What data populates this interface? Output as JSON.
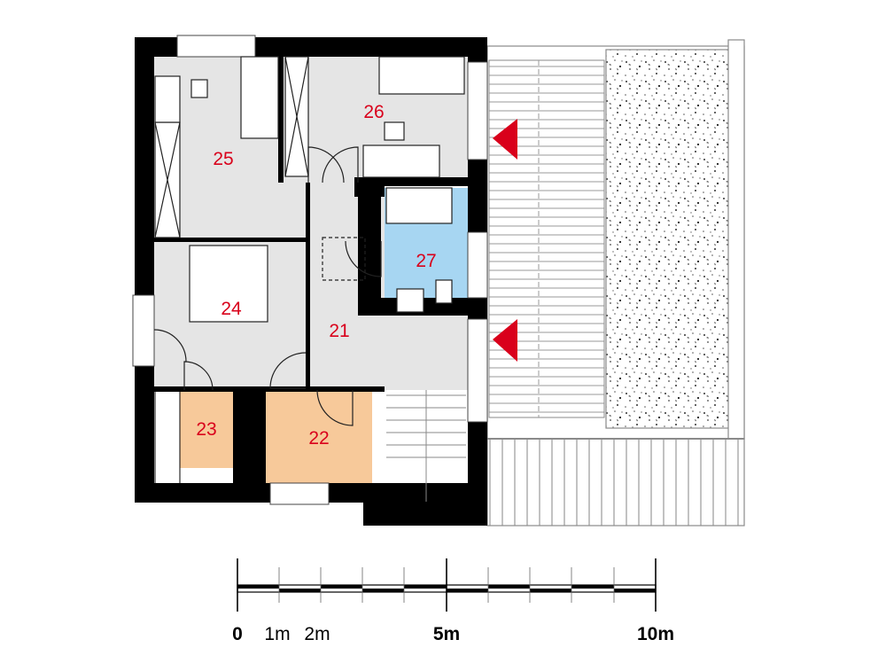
{
  "rooms": {
    "r21": {
      "number": "21",
      "fill": "#e5e5e5"
    },
    "r22": {
      "number": "22",
      "fill": "#f7c99a"
    },
    "r23": {
      "number": "23",
      "fill": "#f7c99a"
    },
    "r24": {
      "number": "24",
      "fill": "#e5e5e5"
    },
    "r25": {
      "number": "25",
      "fill": "#e5e5e5"
    },
    "r26": {
      "number": "26",
      "fill": "#e5e5e5"
    },
    "r27": {
      "number": "27",
      "fill": "#a7d6f2"
    }
  },
  "scale": {
    "label_0": "0",
    "label_1m": "1m",
    "label_2m": "2m",
    "label_5m": "5m",
    "label_10m": "10m"
  },
  "colors": {
    "wall": "#000000",
    "floor": "#e5e5e5",
    "arrow": "#d9001b",
    "label": "#d9001b"
  }
}
